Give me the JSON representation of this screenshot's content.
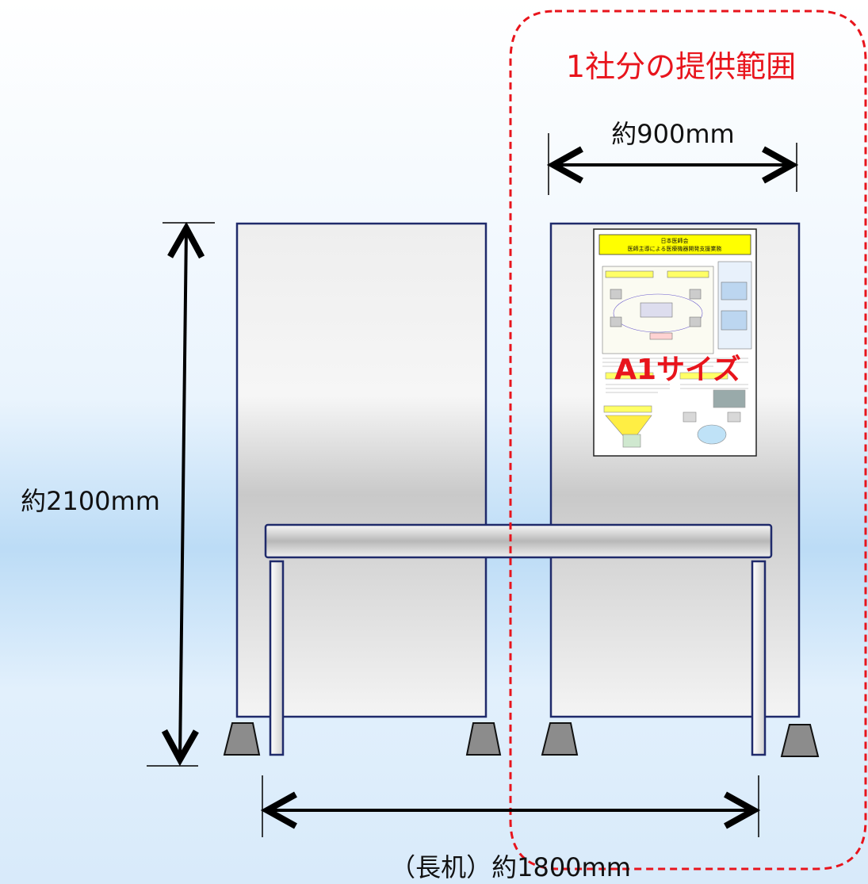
{
  "labels": {
    "scope_title": "1社分の提供範囲",
    "width_900": "約900mm",
    "height_2100": "約2100mm",
    "length_1800": "（長机）約1800mm",
    "poster_size": "A1サイズ"
  },
  "poster": {
    "header_line1": "日本医師会",
    "header_line2": "医師主導による医療機器開発支援業務"
  },
  "colors": {
    "accent_red": "#e8141c",
    "panel_stroke": "#1f2a6b",
    "poster_header": "#ffff00"
  }
}
